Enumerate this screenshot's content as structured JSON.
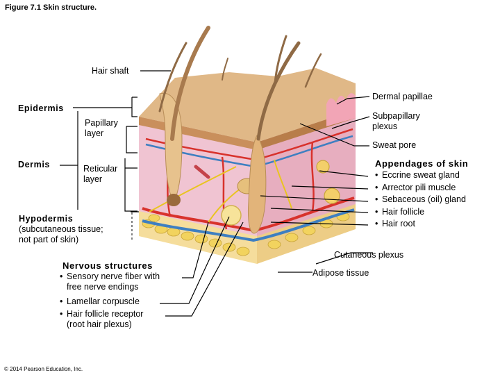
{
  "figure_title": "Figure 7.1  Skin structure.",
  "copyright": "© 2014 Pearson Education, Inc.",
  "labels": {
    "hair_shaft": "Hair shaft",
    "dermal_papillae": "Dermal papillae",
    "epidermis": "Epidermis",
    "subpapillary_plexus_1": "Subpapillary",
    "subpapillary_plexus_2": "plexus",
    "papillary_layer_1": "Papillary",
    "papillary_layer_2": "layer",
    "sweat_pore": "Sweat pore",
    "dermis": "Dermis",
    "reticular_layer_1": "Reticular",
    "reticular_layer_2": "layer",
    "hypodermis": "Hypodermis",
    "hypodermis_note_1": "(subcutaneous tissue;",
    "hypodermis_note_2": "not part of skin)",
    "cutaneous_plexus": "Cutaneous plexus",
    "adipose_tissue": "Adipose tissue"
  },
  "appendages": {
    "heading": "Appendages of skin",
    "items": [
      "Eccrine sweat gland",
      "Arrector pili muscle",
      "Sebaceous (oil) gland",
      "Hair follicle",
      "Hair root"
    ]
  },
  "nervous": {
    "heading": "Nervous structures",
    "items": [
      {
        "line1": "Sensory nerve fiber with",
        "line2": "free nerve endings"
      },
      {
        "line1": "Lamellar corpuscle",
        "line2": ""
      },
      {
        "line1": "Hair follicle receptor",
        "line2": "(root hair plexus)"
      }
    ]
  },
  "colors": {
    "epidermis": "#e0b887",
    "dermis": "#f0c4d2",
    "hypodermis": "#f5dd9c",
    "fat": "#f2d35e",
    "artery": "#d8322c",
    "vein": "#3e7fc1",
    "nerve": "#e9c421",
    "hair": "#a87a4e"
  }
}
